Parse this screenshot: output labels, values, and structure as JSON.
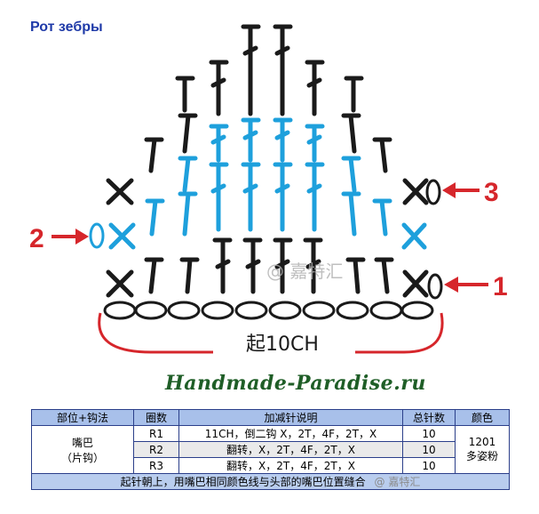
{
  "title": "Рот зебры",
  "diagram": {
    "base_label": "起10CH",
    "row_markers": [
      "1",
      "2",
      "3"
    ],
    "watermark": "@ 嘉特汇",
    "colors": {
      "dark": "#1a1a1a",
      "blue": "#1ea0dc",
      "red": "#d6262b",
      "chain": "#ffffff"
    }
  },
  "site_watermark": "Handmade-Paradise.ru",
  "table": {
    "headers": [
      "部位+钩法",
      "圈数",
      "加减针说明",
      "总针数",
      "颜色"
    ],
    "part": "嘴巴",
    "method": "（片钩）",
    "rows": [
      {
        "round": "R1",
        "desc": "11CH，倒二钩 X，2T，4F，2T，X",
        "total": "10"
      },
      {
        "round": "R2",
        "desc": "翻转，X，2T，4F，2T，X",
        "total": "10"
      },
      {
        "round": "R3",
        "desc": "翻转，X，2T，4F，2T，X",
        "total": "10"
      }
    ],
    "color_code": "1201",
    "color_name": "多姿粉",
    "footer": "起针朝上，用嘴巴相同颜色线与头部的嘴巴位置缝合",
    "footer_watermark": "@ 嘉特汇"
  }
}
